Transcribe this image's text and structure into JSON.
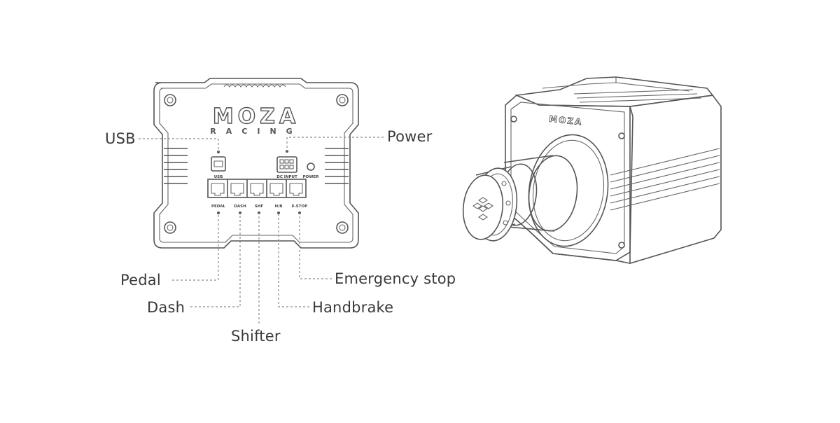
{
  "brand": {
    "name": "MOZA",
    "sub": "RACING"
  },
  "callouts": {
    "usb": "USB",
    "power": "Power",
    "pedal": "Pedal",
    "dash": "Dash",
    "shifter": "Shifter",
    "emergency_stop": "Emergency stop",
    "handbrake": "Handbrake"
  },
  "port_labels": {
    "usb": "USB",
    "dc_input": "DC INPUT",
    "power": "POWER",
    "pedal": "PEDAL",
    "dash": "DASH",
    "shf": "SHF",
    "hb": "H/B",
    "estop": "E-STOP"
  },
  "colors": {
    "line": "#555555",
    "dashed": "#888888",
    "text": "#3a3a3a",
    "background": "#ffffff"
  }
}
